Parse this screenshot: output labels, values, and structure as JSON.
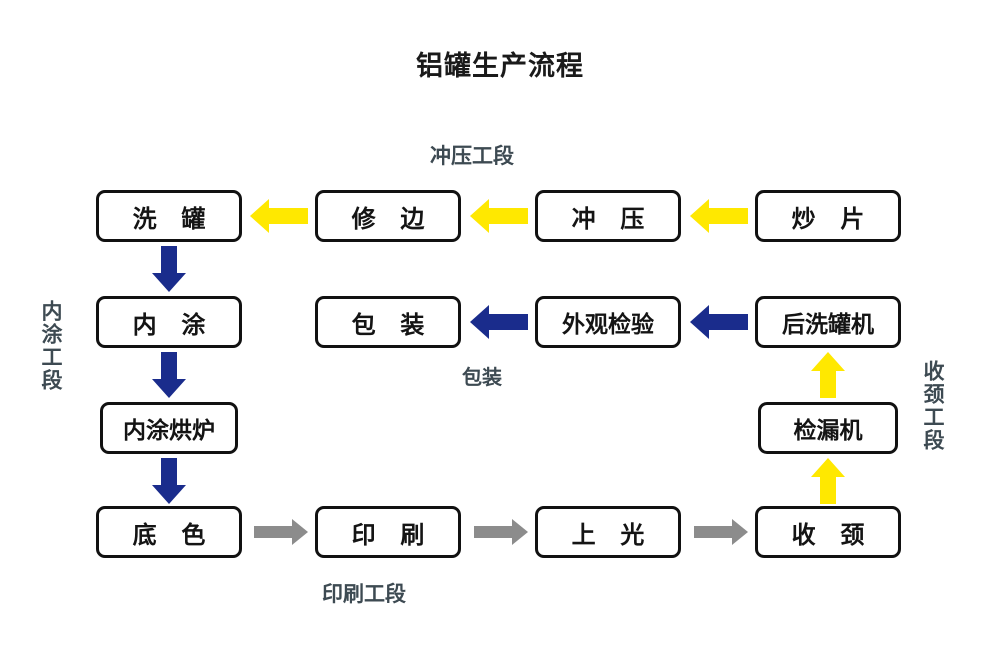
{
  "page": {
    "title": "铝罐生产流程",
    "background": "#ffffff"
  },
  "colors": {
    "yellow_arrow": "#FFE800",
    "blue_arrow": "#1A2C8C",
    "gray_arrow": "#8C8C8C",
    "box_border": "#111111",
    "box_fill": "#ffffff",
    "text": "#141414",
    "caption": "#3D4A52"
  },
  "captions": {
    "stamping_section": "冲压工段",
    "packing_section": "包装",
    "printing_section": "印刷工段",
    "inner_coating_section": "内涂工段",
    "necking_section": "收颈工段"
  },
  "nodes": {
    "can_wash": "洗 罐",
    "trimming": "修 边",
    "stamping": "冲 压",
    "blanking": "炒 片",
    "inner_coating": "内 涂",
    "packing": "包 装",
    "appearance_inspection": "外观检验",
    "post_can_washer": "后洗罐机",
    "inner_coating_oven": "内涂烘炉",
    "leak_detector": "检漏机",
    "base_coat": "底 色",
    "printing": "印 刷",
    "varnishing": "上 光",
    "necking": "收 颈"
  },
  "flow": {
    "type": "process-flow-diagram",
    "rows": [
      {
        "row": 1,
        "section": "冲压工段",
        "direction": "right-to-left",
        "arrow_color": "#FFE800",
        "steps": [
          "炒 片",
          "冲 压",
          "修 边",
          "洗 罐"
        ]
      },
      {
        "row": 2,
        "section": "内涂工段",
        "direction": "top-to-bottom",
        "arrow_color": "#1A2C8C",
        "steps": [
          "洗 罐",
          "内 涂",
          "内涂烘炉",
          "底 色"
        ]
      },
      {
        "row": 3,
        "section": "印刷工段",
        "direction": "left-to-right",
        "arrow_color": "#8C8C8C",
        "steps": [
          "底 色",
          "印 刷",
          "上 光",
          "收 颈"
        ]
      },
      {
        "row": 4,
        "section": "收颈工段",
        "direction": "bottom-to-top",
        "arrow_color": "#FFE800",
        "steps": [
          "收 颈",
          "检漏机",
          "后洗罐机"
        ]
      },
      {
        "row": 5,
        "section": "包装",
        "direction": "right-to-left",
        "arrow_color": "#1A2C8C",
        "steps": [
          "后洗罐机",
          "外观检验",
          "包 装"
        ]
      }
    ]
  }
}
